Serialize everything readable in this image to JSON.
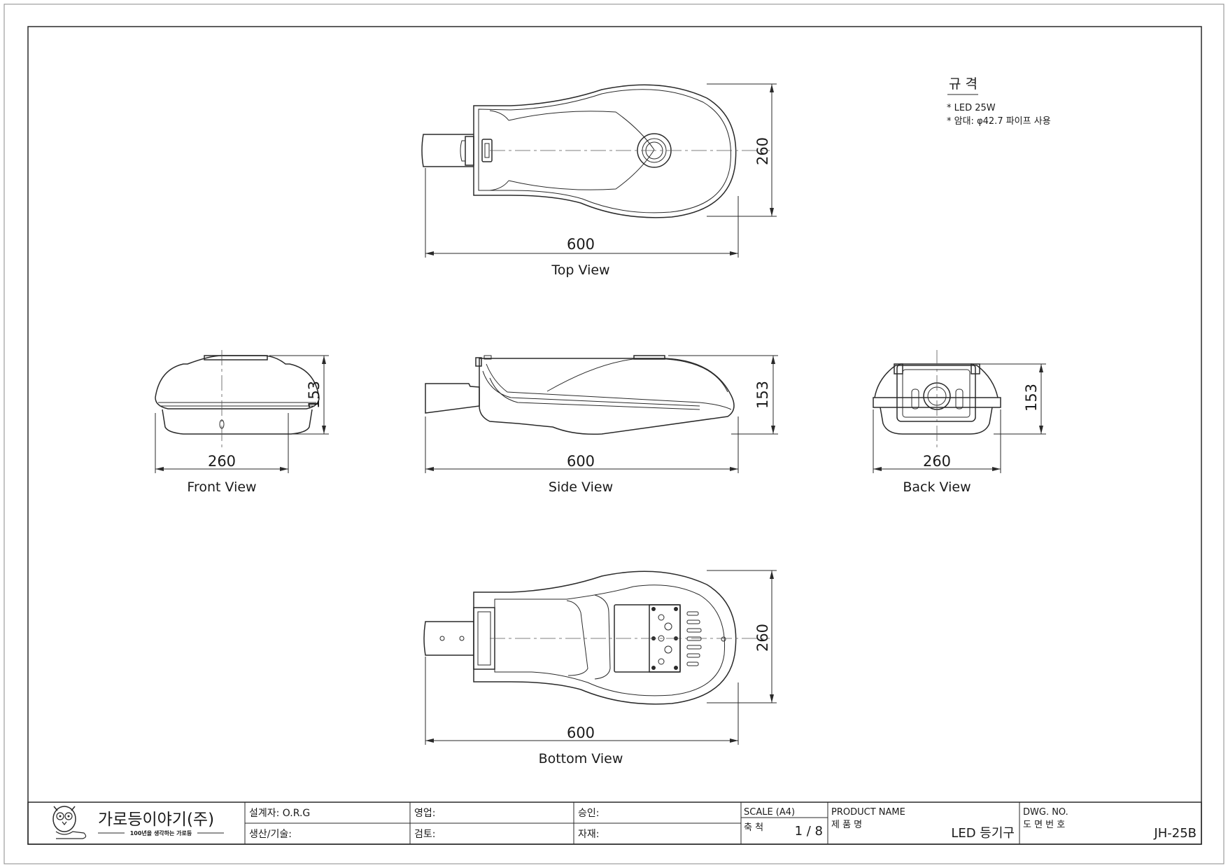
{
  "spec": {
    "title": "규 격",
    "items": [
      "* LED 25W",
      "* 암대: φ42.7 파이프 사용"
    ]
  },
  "views": {
    "top": {
      "label": "Top View",
      "length": "600",
      "width": "260"
    },
    "front": {
      "label": "Front View",
      "width": "260",
      "height": "153"
    },
    "side": {
      "label": "Side View",
      "length": "600",
      "height": "153"
    },
    "back": {
      "label": "Back View",
      "width": "260",
      "height": "153"
    },
    "bottom": {
      "label": "Bottom View",
      "length": "600",
      "width": "260"
    }
  },
  "title_block": {
    "company": "가로등이야기(주)",
    "slogan": "100년을 생각하는 가로등",
    "designer": "설계자: O.R.G",
    "production": "생산/기술:",
    "sales": "영업:",
    "review": "검토:",
    "approval": "승인:",
    "material": "자재:",
    "scale_label": "SCALE (A4)",
    "scale_kr": "축 척",
    "scale_value": "1 / 8",
    "product_label": "PRODUCT NAME",
    "product_kr": "제 품 명",
    "product_value": "LED 등기구",
    "dwg_label": "DWG. NO.",
    "dwg_kr": "도 면 번 호",
    "dwg_value": "JH-25B"
  },
  "colors": {
    "line": "#2a2a2a",
    "paper": "#ffffff"
  }
}
